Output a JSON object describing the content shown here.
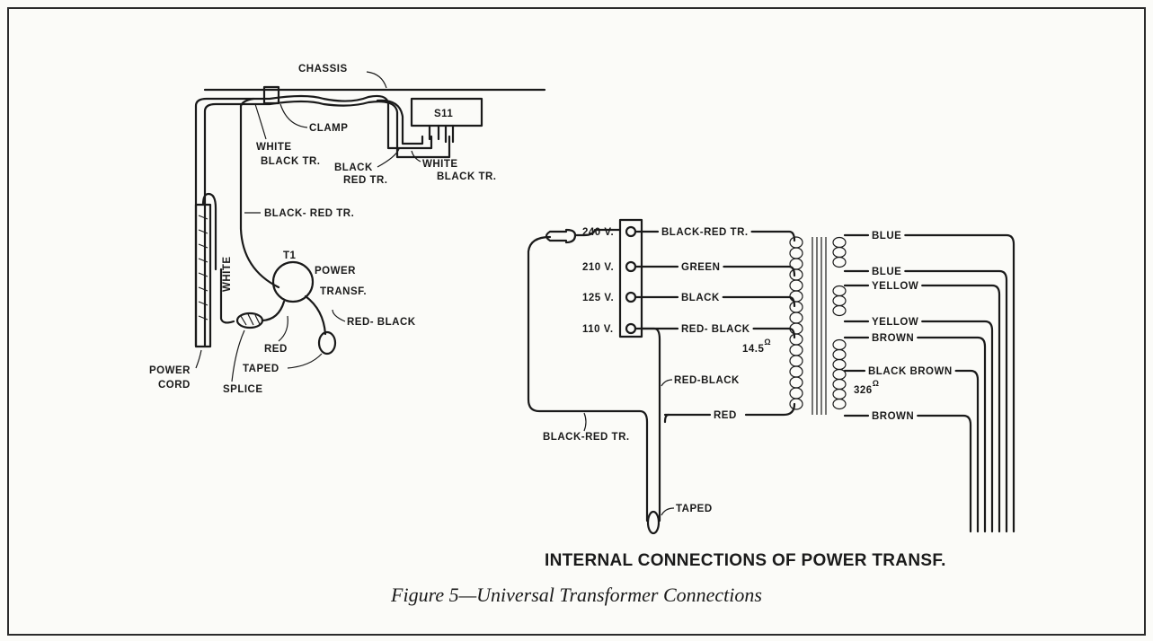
{
  "figure": {
    "caption": "Figure 5—Universal Transformer Connections",
    "internal_heading": "INTERNAL CONNECTIONS OF POWER TRANSF."
  },
  "left_diagram": {
    "chassis": "CHASSIS",
    "clamp": "CLAMP",
    "switch": "S11",
    "white_black_tr_1": "WHITE",
    "white_black_tr_2": "BLACK TR.",
    "black_red_tr_1": "BLACK",
    "black_red_tr_2": "RED TR.",
    "white_black_tr_b1": "WHITE",
    "white_black_tr_b2": "BLACK TR.",
    "black_red_tr_lead": "BLACK- RED TR.",
    "white_lead": "WHITE",
    "t1": "T1",
    "power_transf_1": "POWER",
    "power_transf_2": "TRANSF.",
    "red_black": "RED- BLACK",
    "red": "RED",
    "taped": "TAPED",
    "splice": "SPLICE",
    "power_cord_1": "POWER",
    "power_cord_2": "CORD"
  },
  "right_diagram": {
    "taps": [
      {
        "volt": "240 V.",
        "wire": "BLACK-RED TR."
      },
      {
        "volt": "210 V.",
        "wire": "GREEN"
      },
      {
        "volt": "125 V.",
        "wire": "BLACK"
      },
      {
        "volt": "110 V.",
        "wire": "RED- BLACK"
      }
    ],
    "primary_ohms": "14.5",
    "secondary_ohms": "326",
    "ohm_symbol": "Ω",
    "red_black_lead": "RED-BLACK",
    "red_lead": "RED",
    "black_red_tr_lead": "BLACK-RED TR.",
    "taped": "TAPED",
    "secondaries": [
      "BLUE",
      "BLUE",
      "YELLOW",
      "YELLOW",
      "BROWN",
      "BLACK BROWN",
      "BROWN"
    ]
  }
}
